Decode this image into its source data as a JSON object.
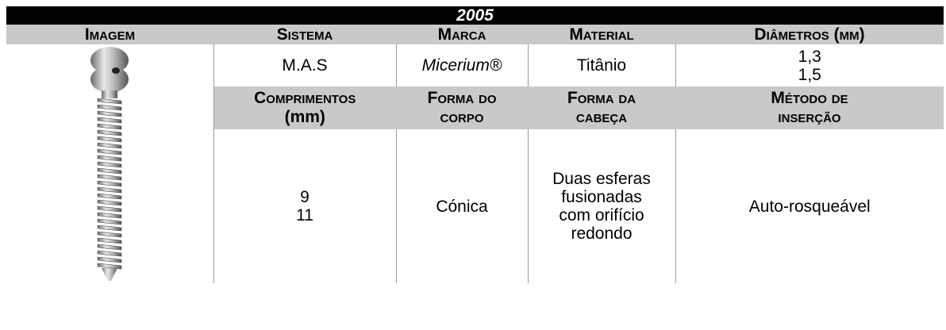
{
  "table": {
    "year": "2005",
    "headers_row1": {
      "imagem": "Imagem",
      "sistema": "Sistema",
      "marca": "Marca",
      "material": "Material",
      "diametros": "Diâmetros (mm)"
    },
    "values_row1": {
      "sistema": "M.A.S",
      "marca": "Micerium®",
      "material": "Titânio",
      "diametros": [
        "1,3",
        "1,5"
      ]
    },
    "headers_row2": {
      "comprimentos": [
        "Comprimentos",
        "(mm)"
      ],
      "forma_corpo": [
        "Forma do",
        "corpo"
      ],
      "forma_cabeca": [
        "Forma da",
        "cabeça"
      ],
      "metodo": [
        "Método de",
        "inserção"
      ]
    },
    "values_row2": {
      "comprimentos": [
        "9",
        "11"
      ],
      "forma_corpo": "Cónica",
      "forma_cabeca": [
        "Duas esferas",
        "fusionadas",
        "com orifício",
        "redondo"
      ],
      "metodo": "Auto-rosqueável"
    },
    "image": {
      "icon": "mini-implant-screw-icon",
      "colors": {
        "metal_light": "#e8e8e8",
        "metal_dark": "#6a6a6a"
      }
    }
  },
  "colors": {
    "title_bg": "#000000",
    "header_bg": "#c9c9c9",
    "grid": "#9a9a9a"
  }
}
